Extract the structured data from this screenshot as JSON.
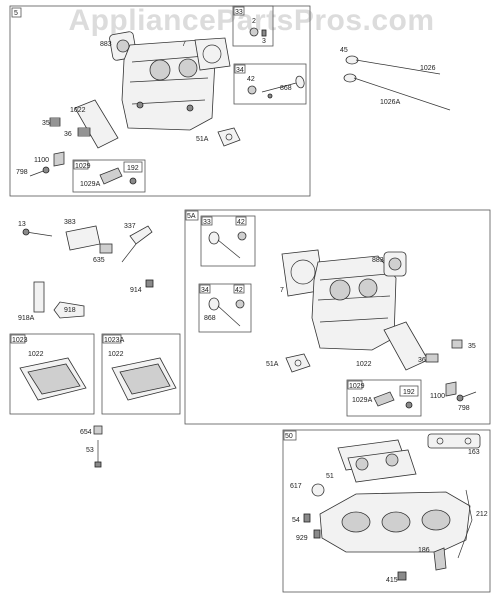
{
  "watermark": "AppliancePartsPros.com",
  "groups": {
    "g5": "5",
    "g5a": "5A",
    "g50": "50",
    "g1023": "1023",
    "g1023a": "1023A",
    "g33a": "33",
    "g34a": "34",
    "g1029a": "1029",
    "g192a": "192",
    "g33b": "33",
    "g42b": "42",
    "g34b": "34",
    "g42c": "42",
    "g1029b": "1029",
    "g192b": "192"
  },
  "labels": {
    "l883a": "883",
    "l7a": "7",
    "l2a": "2",
    "l3a": "3",
    "l42a": "42",
    "l868a": "868",
    "l1022a": "1022",
    "l35a": "35",
    "l36a": "36",
    "l51Aa": "51A",
    "l1100a": "1100",
    "l798a": "798",
    "l1029Aa": "1029A",
    "l45": "45",
    "l1026": "1026",
    "l1026A": "1026A",
    "l13": "13",
    "l383": "383",
    "l337": "337",
    "l635": "635",
    "l914": "914",
    "l918A": "918A",
    "l918": "918",
    "l1022b": "1022",
    "l1022c": "1022",
    "l654": "654",
    "l53": "53",
    "l883b": "883",
    "l7b": "7",
    "l868b": "868",
    "l51Ab": "51A",
    "l1022d": "1022",
    "l36b": "36",
    "l35b": "35",
    "l1029Ab": "1029A",
    "l1100b": "1100",
    "l798b": "798",
    "l163": "163",
    "l51c": "51",
    "l617": "617",
    "l212": "212",
    "l54": "54",
    "l929": "929",
    "l186": "186",
    "l415": "415"
  }
}
